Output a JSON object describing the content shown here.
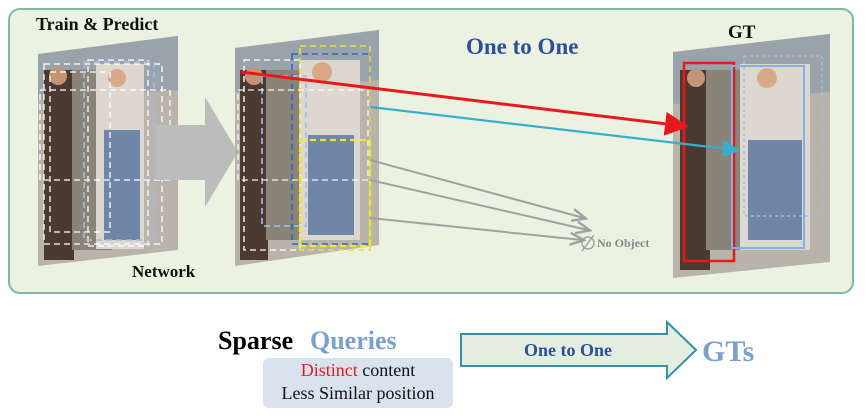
{
  "panel": {
    "train_predict": "Train & Predict",
    "network": "Network",
    "one_to_one": "One to One",
    "gt": "GT",
    "no_object": "No Object"
  },
  "bottom": {
    "sparse": "Sparse",
    "queries": "Queries",
    "arrow_label": "One to One",
    "gts": "GTs",
    "distinct": "Distinct",
    "content": " content",
    "less_similar": "Less Similar position"
  },
  "colors": {
    "panel_bg": "#ecf2e2",
    "panel_border": "#7fb9a4",
    "match_red": "#e8191c",
    "match_cyan": "#38aecb",
    "no_object_gray": "#a0a0a0",
    "title_blue": "#2e4e99",
    "light_blue": "#7aa0cc"
  },
  "icons": {
    "null_set": "empty-set-icon"
  }
}
